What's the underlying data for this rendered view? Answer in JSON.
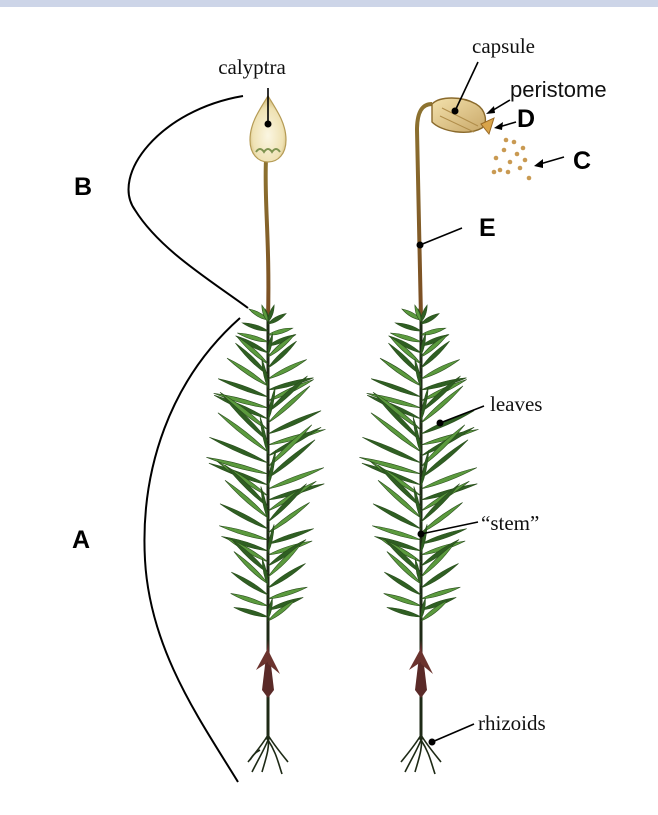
{
  "colors": {
    "top_rule": "#cdd5e8",
    "seta": "#8a6a2c",
    "leaf_dark": "#2f5f23",
    "leaf_light": "#5b9a3e",
    "stem_dark": "#1e2a16",
    "brown_sheath": "#5a2a28",
    "capsule": "#e7cf96",
    "spores": "#c99a52"
  },
  "labels": {
    "calyptra": "calyptra",
    "capsule": "capsule",
    "peristome": "peristome",
    "leaves": "leaves",
    "stem": "“stem”",
    "rhizoids": "rhizoids"
  },
  "letters": {
    "A": "A",
    "B": "B",
    "C": "C",
    "D": "D",
    "E": "E"
  }
}
